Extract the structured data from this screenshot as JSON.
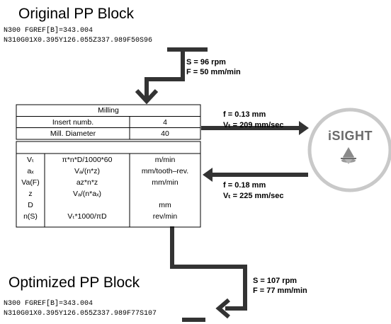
{
  "original": {
    "title": "Original PP Block",
    "line1": "N300 FGREF[B]=343.004",
    "line2": "N310G01X0.395Y126.055Z337.989F50S96"
  },
  "input_params": {
    "s": "S = 96 rpm",
    "f": "F = 50 mm/min"
  },
  "table": {
    "header": "Milling",
    "rows_top": [
      {
        "label": "Insert numb.",
        "value": "4"
      },
      {
        "label": "Mill. Diameter",
        "value": "40"
      }
    ],
    "rows_bottom": [
      {
        "sym": "Vₜ",
        "formula": "π*n*D/1000*60",
        "unit": "m/min"
      },
      {
        "sym": "aₓ",
        "formula": "Vₐ/(n*z)",
        "unit": "mm/tooth–rev."
      },
      {
        "sym": "Va(F)",
        "formula": "az*n*z",
        "unit": "mm/min"
      },
      {
        "sym": "z",
        "formula": "Vₐ/(n*aₓ)",
        "unit": ""
      },
      {
        "sym": "D",
        "formula": "",
        "unit": "mm"
      },
      {
        "sym": "n(S)",
        "formula": "Vₜ*1000/πD",
        "unit": "rev/min"
      }
    ]
  },
  "to_isight": {
    "f": "f = 0.13 mm",
    "v": "Vₜ = 209 mm/sec"
  },
  "from_isight": {
    "f": "f = 0.18 mm",
    "v": "Vₜ = 225 mm/sec"
  },
  "isight": {
    "label": "iSIGHT",
    "icon": "isight-logo-icon"
  },
  "optimized": {
    "title": "Optimized  PP Block",
    "line1": "N300 FGREF[B]=343.004",
    "line2": "N310G01X0.395Y126.055Z337.989F77S107"
  },
  "output_params": {
    "s": "S = 107 rpm",
    "f": "F =  77 mm/min"
  },
  "colors": {
    "arrow": "#333333",
    "circle_border": "#bdbdbd",
    "isight_text": "#6b6b6b"
  }
}
